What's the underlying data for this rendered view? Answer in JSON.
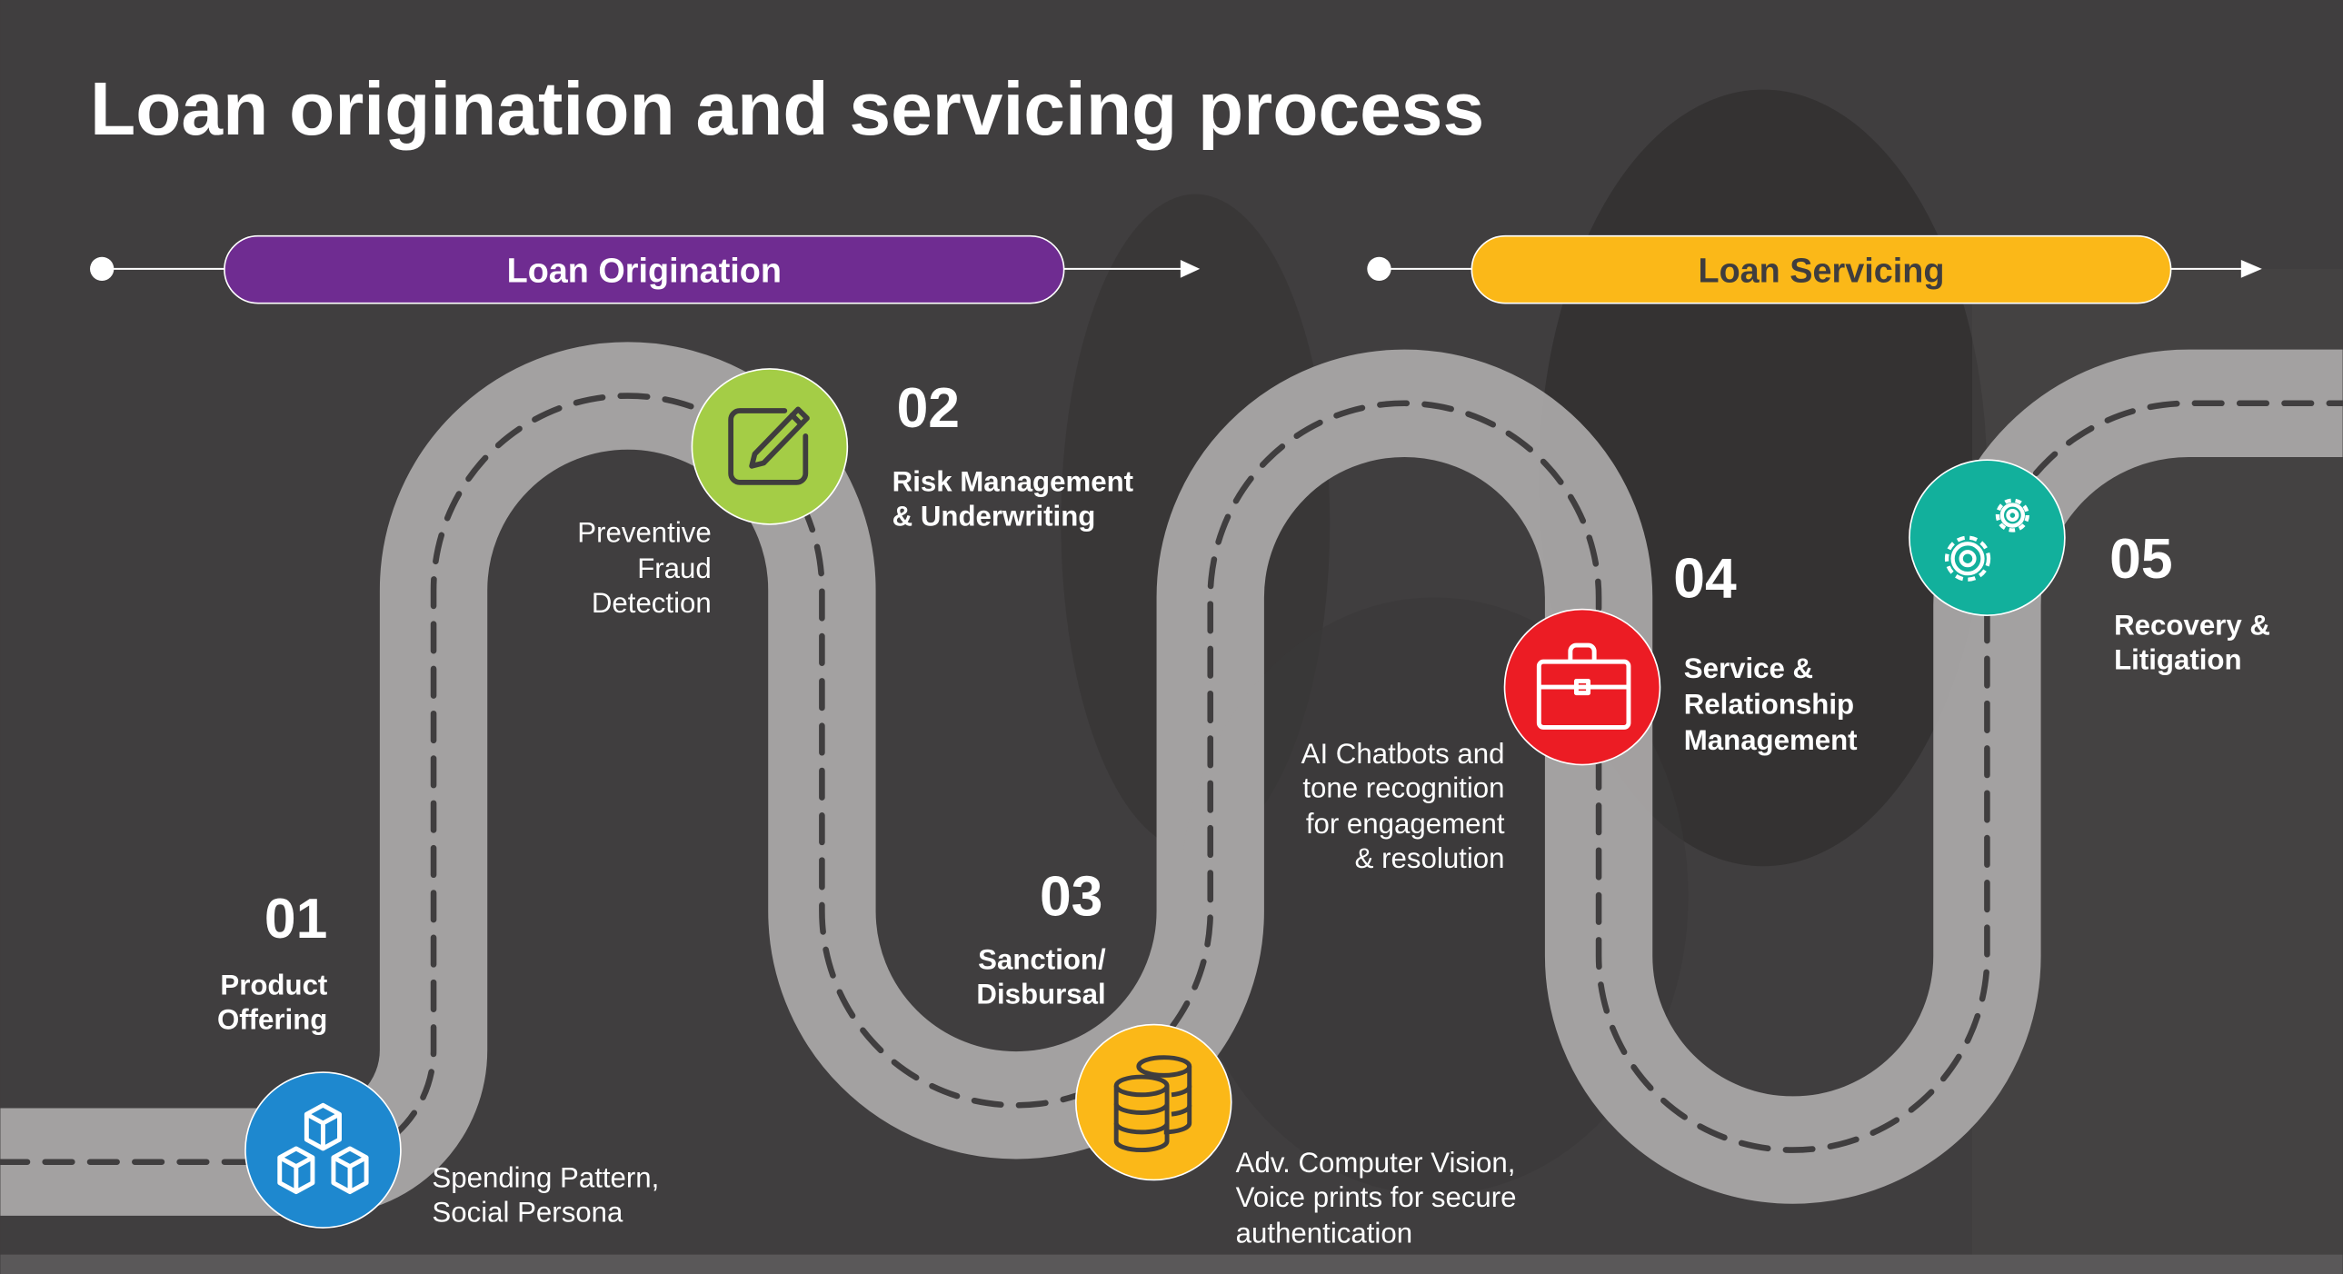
{
  "title": "Loan origination and servicing process",
  "colors": {
    "background": "#3f3d3e",
    "road": "#a9a6a6",
    "road_dash": "#403e3f",
    "origination": "#6f2c91",
    "servicing": "#fbb818",
    "text": "#ffffff",
    "icon_dark": "#3f3d3e"
  },
  "phases": [
    {
      "label": "Loan Origination",
      "color": "#6f2c91",
      "text_color": "#ffffff"
    },
    {
      "label": "Loan Servicing",
      "color": "#fbb818",
      "text_color": "#3f3d3e"
    }
  ],
  "steps": [
    {
      "number": "01",
      "title_lines": [
        "Product",
        "Offering"
      ],
      "note_lines": [
        "Spending Pattern,",
        "Social Persona"
      ],
      "icon": "cubes-icon",
      "color": "#1e88cf"
    },
    {
      "number": "02",
      "title_lines": [
        "Risk Management",
        "& Underwriting"
      ],
      "note_lines": [
        "Preventive",
        "Fraud",
        "Detection"
      ],
      "icon": "edit-pencil-icon",
      "color": "#a4cd46"
    },
    {
      "number": "03",
      "title_lines": [
        "Sanction/",
        "Disbursal"
      ],
      "note_lines": [
        "Adv. Computer Vision,",
        "Voice prints for secure",
        "authentication"
      ],
      "icon": "coins-stack-icon",
      "color": "#fbb818"
    },
    {
      "number": "04",
      "title_lines": [
        "Service &",
        "Relationship",
        "Management"
      ],
      "note_lines": [
        "AI Chatbots and",
        "tone recognition",
        "for engagement",
        "& resolution"
      ],
      "icon": "briefcase-icon",
      "color": "#ec1c24"
    },
    {
      "number": "05",
      "title_lines": [
        "Recovery &",
        "Litigation"
      ],
      "note_lines": [],
      "icon": "gears-icon",
      "color": "#12b09c"
    }
  ]
}
